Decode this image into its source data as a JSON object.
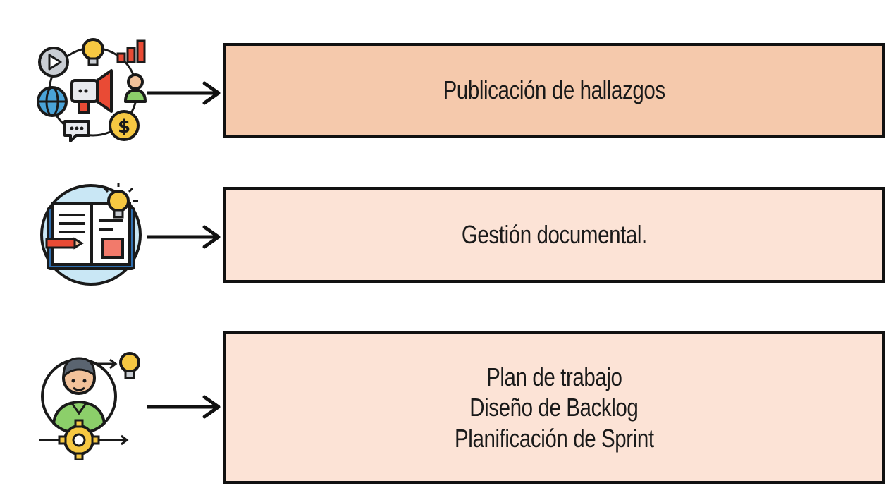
{
  "colors": {
    "box_1_fill": "#F5C9AC",
    "box_2_fill": "#FCE3D6",
    "box_3_fill": "#FCE3D6",
    "border": "#111111",
    "arrow": "#111111"
  },
  "rows": [
    {
      "icon": "marketing-megaphone-icon",
      "lines": [
        "Publicación de hallazgos"
      ]
    },
    {
      "icon": "open-book-idea-icon",
      "lines": [
        "Gestión documental."
      ]
    },
    {
      "icon": "person-idea-gear-icon",
      "lines": [
        "Plan de trabajo",
        "Diseño de Backlog",
        "Planificación de Sprint"
      ]
    }
  ]
}
